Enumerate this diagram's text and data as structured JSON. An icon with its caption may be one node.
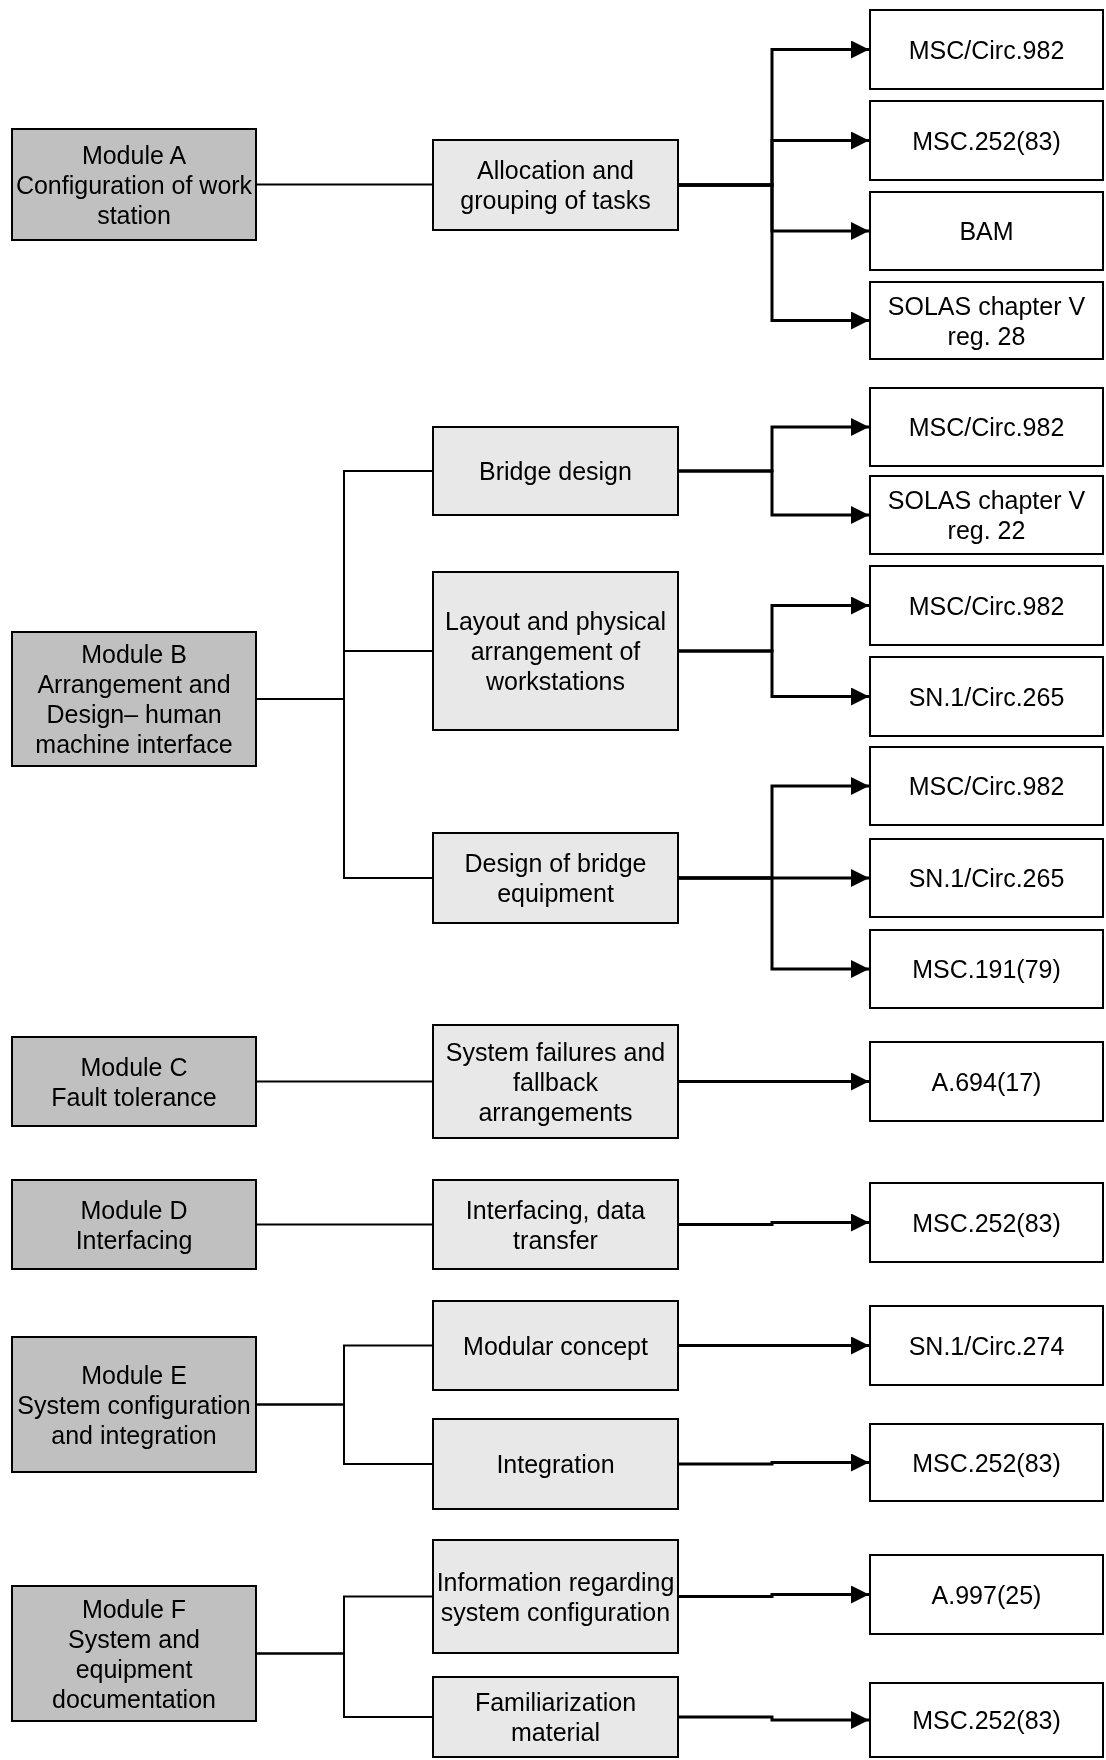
{
  "diagram": {
    "nodes": [
      {
        "text": [
          "Module A",
          "Configuration of work station"
        ]
      },
      {
        "text": [
          "Allocation and grouping of tasks"
        ]
      },
      {
        "text": [
          "MSC/Circ.982"
        ]
      },
      {
        "text": [
          "MSC.252(83)"
        ]
      },
      {
        "text": [
          "BAM"
        ]
      },
      {
        "text": [
          "SOLAS chapter V reg. 28"
        ]
      },
      {
        "text": [
          "Module B",
          "Arrangement and Design– human machine interface"
        ]
      },
      {
        "text": [
          "Bridge design"
        ]
      },
      {
        "text": [
          "MSC/Circ.982"
        ]
      },
      {
        "text": [
          "SOLAS chapter V reg. 22"
        ]
      },
      {
        "text": [
          "Layout and physical arrangement of workstations"
        ]
      },
      {
        "text": [
          "MSC/Circ.982"
        ]
      },
      {
        "text": [
          "SN.1/Circ.265"
        ]
      },
      {
        "text": [
          "Design of bridge equipment"
        ]
      },
      {
        "text": [
          "MSC/Circ.982"
        ]
      },
      {
        "text": [
          "SN.1/Circ.265"
        ]
      },
      {
        "text": [
          "MSC.191(79)"
        ]
      },
      {
        "text": [
          "Module C",
          "Fault tolerance"
        ]
      },
      {
        "text": [
          "System failures and fallback arrangements"
        ]
      },
      {
        "text": [
          "A.694(17)"
        ]
      },
      {
        "text": [
          "Module D",
          "Interfacing"
        ]
      },
      {
        "text": [
          "Interfacing, data transfer"
        ]
      },
      {
        "text": [
          "MSC.252(83)"
        ]
      },
      {
        "text": [
          "Module E",
          "System configuration and integration"
        ]
      },
      {
        "text": [
          "Modular concept"
        ]
      },
      {
        "text": [
          "SN.1/Circ.274"
        ]
      },
      {
        "text": [
          "Integration"
        ]
      },
      {
        "text": [
          "MSC.252(83)"
        ]
      },
      {
        "text": [
          "Module F",
          "System and equipment documentation"
        ]
      },
      {
        "text": [
          "Information regarding system configuration"
        ]
      },
      {
        "text": [
          "A.997(25)"
        ]
      },
      {
        "text": [
          "Familiarization material"
        ]
      },
      {
        "text": [
          "MSC.252(83)"
        ]
      }
    ],
    "edges": [
      {
        "from": 0,
        "to": 1,
        "arrow": "none"
      },
      {
        "from": 1,
        "to": 2,
        "arrow": "to"
      },
      {
        "from": 1,
        "to": 3,
        "arrow": "to"
      },
      {
        "from": 1,
        "to": 4,
        "arrow": "to"
      },
      {
        "from": 1,
        "to": 5,
        "arrow": "to"
      },
      {
        "from": 6,
        "to": 7,
        "arrow": "none"
      },
      {
        "from": 6,
        "to": 10,
        "arrow": "none"
      },
      {
        "from": 6,
        "to": 13,
        "arrow": "none"
      },
      {
        "from": 7,
        "to": 8,
        "arrow": "to"
      },
      {
        "from": 7,
        "to": 9,
        "arrow": "to"
      },
      {
        "from": 10,
        "to": 11,
        "arrow": "to"
      },
      {
        "from": 10,
        "to": 12,
        "arrow": "to"
      },
      {
        "from": 13,
        "to": 14,
        "arrow": "to"
      },
      {
        "from": 13,
        "to": 15,
        "arrow": "to"
      },
      {
        "from": 13,
        "to": 16,
        "arrow": "to"
      },
      {
        "from": 17,
        "to": 18,
        "arrow": "none"
      },
      {
        "from": 18,
        "to": 19,
        "arrow": "to"
      },
      {
        "from": 20,
        "to": 21,
        "arrow": "none"
      },
      {
        "from": 21,
        "to": 22,
        "arrow": "to"
      },
      {
        "from": 23,
        "to": 24,
        "arrow": "none"
      },
      {
        "from": 23,
        "to": 26,
        "arrow": "none"
      },
      {
        "from": 24,
        "to": 25,
        "arrow": "to"
      },
      {
        "from": 26,
        "to": 27,
        "arrow": "to"
      },
      {
        "from": 28,
        "to": 29,
        "arrow": "none"
      },
      {
        "from": 28,
        "to": 31,
        "arrow": "none"
      },
      {
        "from": 29,
        "to": 30,
        "arrow": "to"
      },
      {
        "from": 31,
        "to": 32,
        "arrow": "to"
      }
    ]
  }
}
